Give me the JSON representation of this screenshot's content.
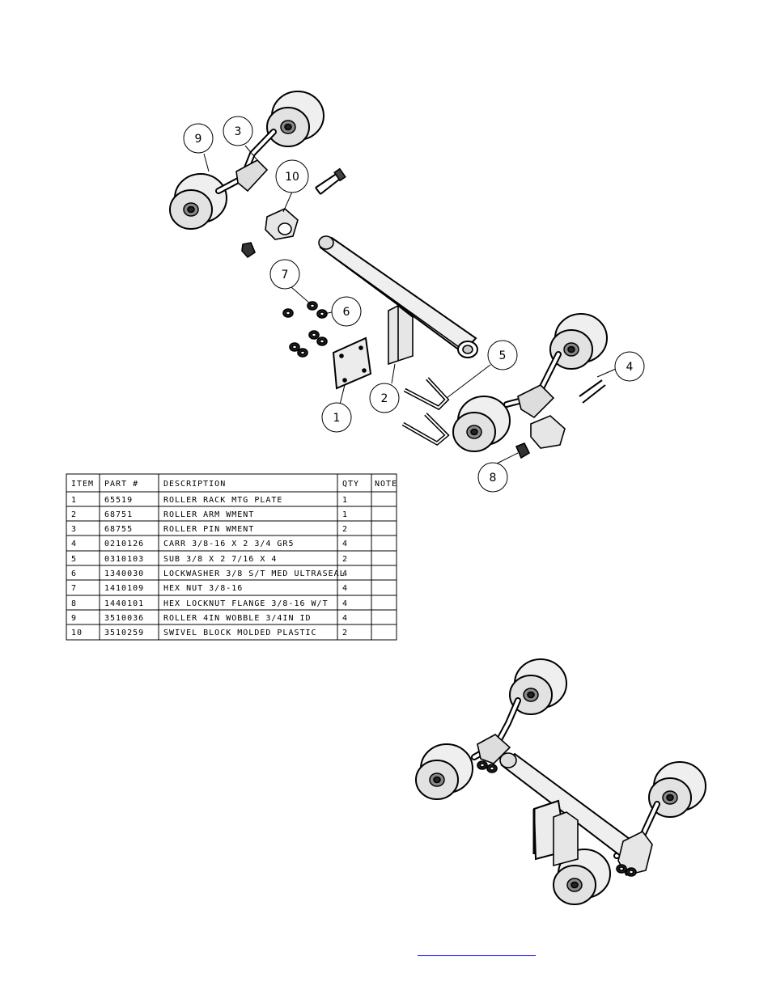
{
  "callouts": [
    {
      "id": "c9",
      "label": "9"
    },
    {
      "id": "c3",
      "label": "3"
    },
    {
      "id": "c10",
      "label": "10"
    },
    {
      "id": "c7",
      "label": "7"
    },
    {
      "id": "c6",
      "label": "6"
    },
    {
      "id": "c5",
      "label": "5"
    },
    {
      "id": "c4",
      "label": "4"
    },
    {
      "id": "c2",
      "label": "2"
    },
    {
      "id": "c1",
      "label": "1"
    },
    {
      "id": "c8",
      "label": "8"
    }
  ],
  "bom": {
    "headers": [
      "ITEM",
      "PART #",
      "DESCRIPTION",
      "QTY",
      "NOTE"
    ],
    "rows": [
      [
        "1",
        "65519",
        "ROLLER RACK MTG PLATE",
        "1",
        ""
      ],
      [
        "2",
        "68751",
        "ROLLER ARM WMENT",
        "1",
        ""
      ],
      [
        "3",
        "68755",
        "ROLLER PIN WMENT",
        "2",
        ""
      ],
      [
        "4",
        "0210126",
        "CARR 3/8-16 X 2 3/4 GR5",
        "4",
        ""
      ],
      [
        "5",
        "0310103",
        "SUB 3/8 X 2 7/16 X 4",
        "2",
        ""
      ],
      [
        "6",
        "1340030",
        "LOCKWASHER 3/8 S/T MED ULTRASEAL",
        "4",
        ""
      ],
      [
        "7",
        "1410109",
        "HEX NUT 3/8-16",
        "4",
        ""
      ],
      [
        "8",
        "1440101",
        "HEX LOCKNUT FLANGE 3/8-16 W/T",
        "4",
        ""
      ],
      [
        "9",
        "3510036",
        "ROLLER  4IN WOBBLE  3/4IN ID",
        "4",
        ""
      ],
      [
        "10",
        "3510259",
        "SWIVEL BLOCK MOLDED PLASTIC",
        "2",
        ""
      ]
    ]
  }
}
